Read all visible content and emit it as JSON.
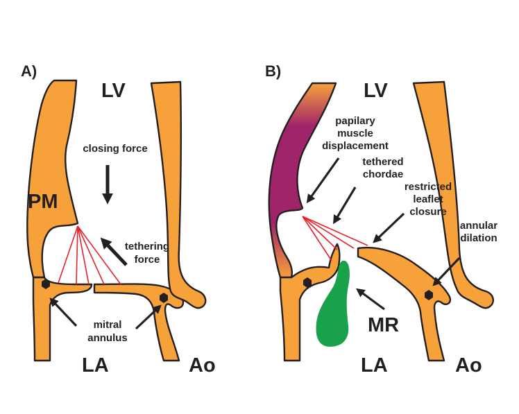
{
  "panel_a": {
    "tag": "A)",
    "lv": "LV",
    "pm": "PM",
    "la": "LA",
    "ao": "Ao",
    "closing_force": "closing force",
    "tethering_force": [
      "tethering",
      "force"
    ],
    "mitral_annulus": [
      "mitral",
      "annulus"
    ]
  },
  "panel_b": {
    "tag": "B)",
    "lv": "LV",
    "la": "LA",
    "ao": "Ao",
    "mr": "MR",
    "papillary_muscle_displacement": [
      "papilary",
      "muscle",
      "displacement"
    ],
    "tethered_chordae": [
      "tethered",
      "chordae"
    ],
    "restricted_leaflet_closure": [
      "restricted",
      "leaflet",
      "closure"
    ],
    "annular_dilation": [
      "annular",
      "dilation"
    ]
  },
  "colors": {
    "myocardium": "#f7a13a",
    "displaced_muscle": "#a0246a",
    "chordae": "#e8202a",
    "regurgitation_jet": "#1aa14c",
    "outline": "#231f20"
  }
}
